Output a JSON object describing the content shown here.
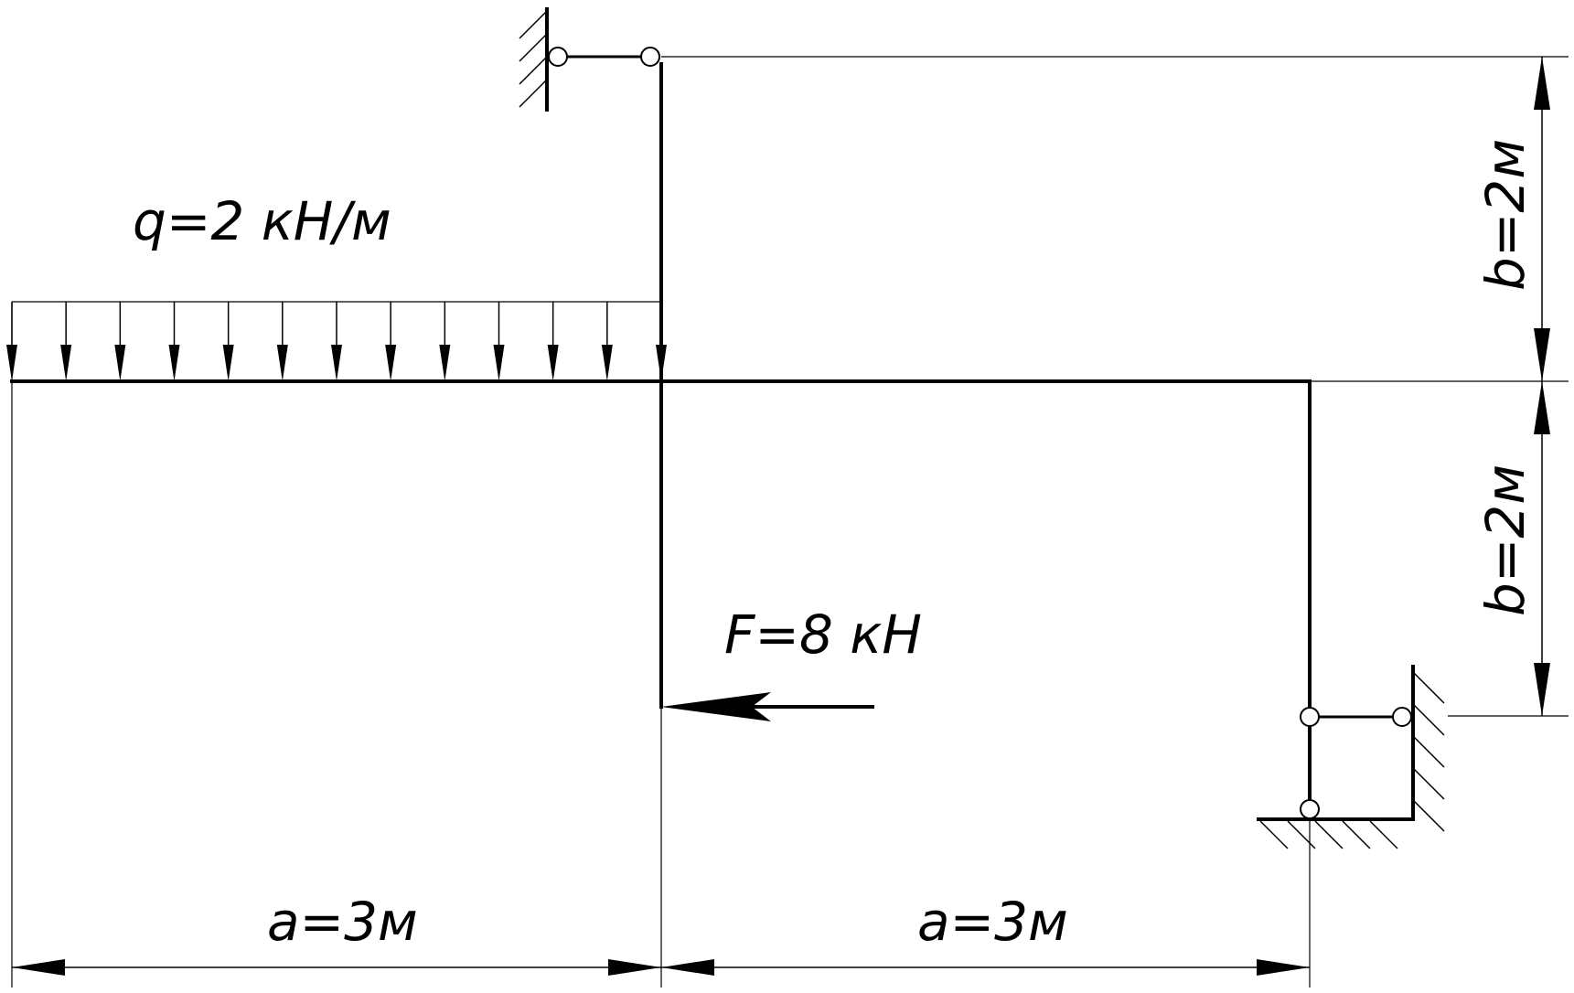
{
  "diagram": {
    "labels": {
      "q": "q=2 кН/м",
      "F": "F=8 кН",
      "a_left": "a=3м",
      "a_right": "a=3м",
      "b_top": "b=2м",
      "b_bottom": "b=2м"
    },
    "colors": {
      "line": "#000000",
      "background": "#ffffff"
    }
  }
}
